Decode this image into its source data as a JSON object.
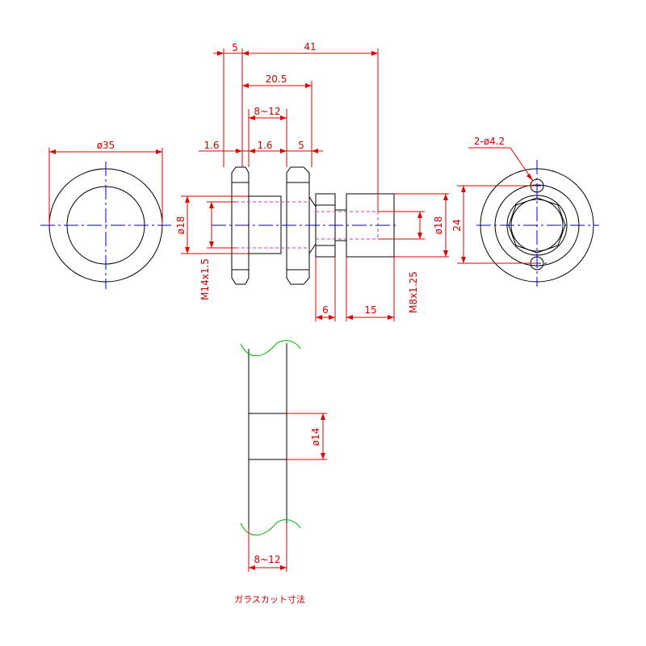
{
  "dimensions": {
    "d35": "ø35",
    "d18_left": "ø18",
    "thread_m14": "M14x1.5",
    "w5_top": "5",
    "w41": "41",
    "w20_5": "20.5",
    "glass_range_top": "8~12",
    "t1_6_a": "1.6",
    "t1_6_b": "1.6",
    "w5_mid": "5",
    "hole_spec": "2-ø4.2",
    "d18_right": "ø18",
    "h24": "24",
    "thread_m8": "M8x1.25",
    "w6": "6",
    "w15": "15",
    "d14": "ø14",
    "glass_range_bottom": "8~12"
  },
  "caption": "ガラスカット寸法",
  "colors": {
    "dimension": "#e00000",
    "outline": "#000000",
    "centerline": "#0000cc",
    "hidden": "#cc33cc",
    "break_line": "#00bb00"
  }
}
